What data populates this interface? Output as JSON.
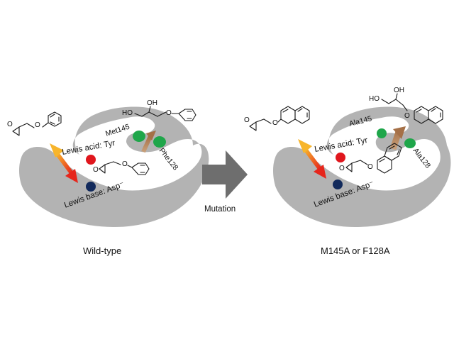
{
  "panels": {
    "wild_type": {
      "caption": "Wild-type",
      "residue_top": "Met145",
      "residue_right": "Phe128",
      "acid_label": "Lewis acid: Tyr",
      "base_label": "Lewis base: Asp⁻"
    },
    "mutant": {
      "caption": "M145A or F128A",
      "residue_top": "Ala145",
      "residue_right": "Ala128",
      "acid_label": "Lewis acid: Tyr",
      "base_label": "Lewis base: Asp⁻"
    }
  },
  "transition": {
    "label": "Mutation"
  },
  "atoms": {
    "oxygen": "O",
    "hydroxyl_left": "HO",
    "hydroxyl_right": "OH"
  },
  "colors": {
    "pocket": "#b3b3b3",
    "pocket_edge": "#ffffff",
    "residue_green": "#1fa64a",
    "lewis_acid_red": "#e0161d",
    "lewis_base_navy": "#122a5c",
    "product_arrow": "#b8865a",
    "mutation_arrow": "#6e6e6e",
    "binding_arrow_start": "#f5a623",
    "binding_arrow_end": "#e6261c"
  }
}
